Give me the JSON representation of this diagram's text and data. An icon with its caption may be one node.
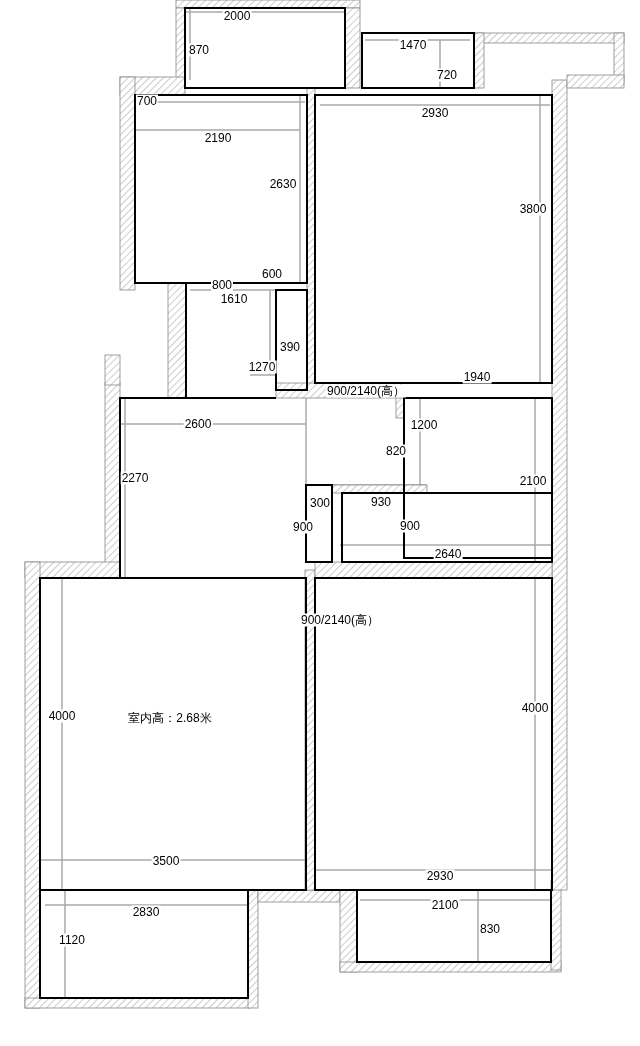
{
  "diagram": {
    "labels": [
      "2000",
      "870",
      "1470",
      "720",
      "700",
      "2930",
      "2190",
      "2630",
      "3800",
      "600",
      "800",
      "1610",
      "390",
      "1270",
      "1940",
      "900/2140(高）",
      "2600",
      "1200",
      "820",
      "2270",
      "2100",
      "300",
      "930",
      "900",
      "900",
      "2640",
      "900/2140(高）",
      "4000",
      "4000",
      "室内高：2.68米",
      "3500",
      "2930",
      "2830",
      "2100",
      "830",
      "1120"
    ]
  }
}
